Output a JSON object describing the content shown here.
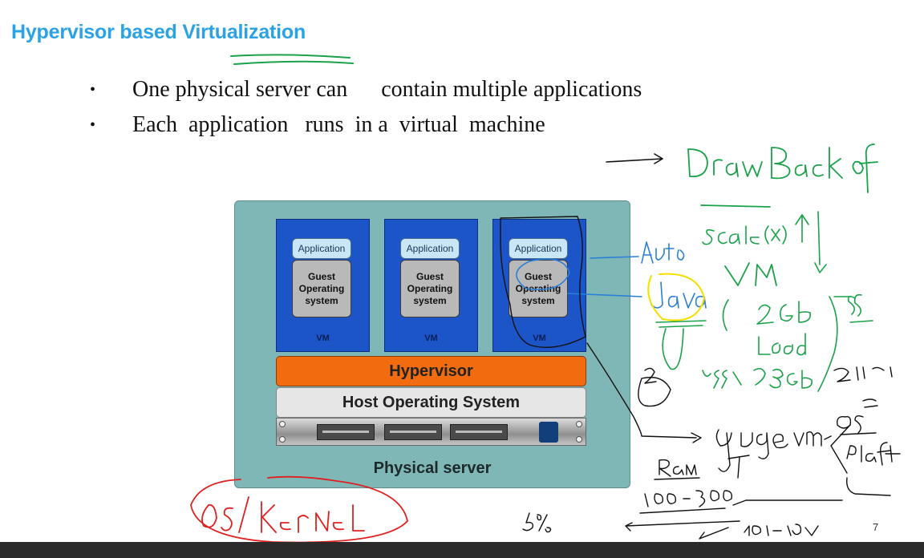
{
  "title": "Hypervisor based Virtualization",
  "bullets": [
    {
      "marker": "•",
      "text": "One physical server can      contain multiple applications"
    },
    {
      "marker": "•",
      "text": "Each  application   runs  in a  virtual  machine"
    }
  ],
  "diagram": {
    "vms": [
      {
        "app": "Application",
        "os": "Guest Operating system",
        "label": "VM"
      },
      {
        "app": "Application",
        "os": "Guest Operating system",
        "label": "VM"
      },
      {
        "app": "Application",
        "os": "Guest Operating system",
        "label": "VM"
      }
    ],
    "hypervisor": "Hypervisor",
    "host_os": "Host Operating System",
    "server": "Physical server"
  },
  "page_number": "7",
  "colors": {
    "title": "#2aa2e3",
    "vm": "#1b55c8",
    "hypervisor": "#f26b0e",
    "server": "#7fb7b7",
    "ink_green": "#1aa14a",
    "ink_blue": "#2a7fd8",
    "ink_red": "#e02020",
    "ink_yellow": "#f4e000"
  }
}
